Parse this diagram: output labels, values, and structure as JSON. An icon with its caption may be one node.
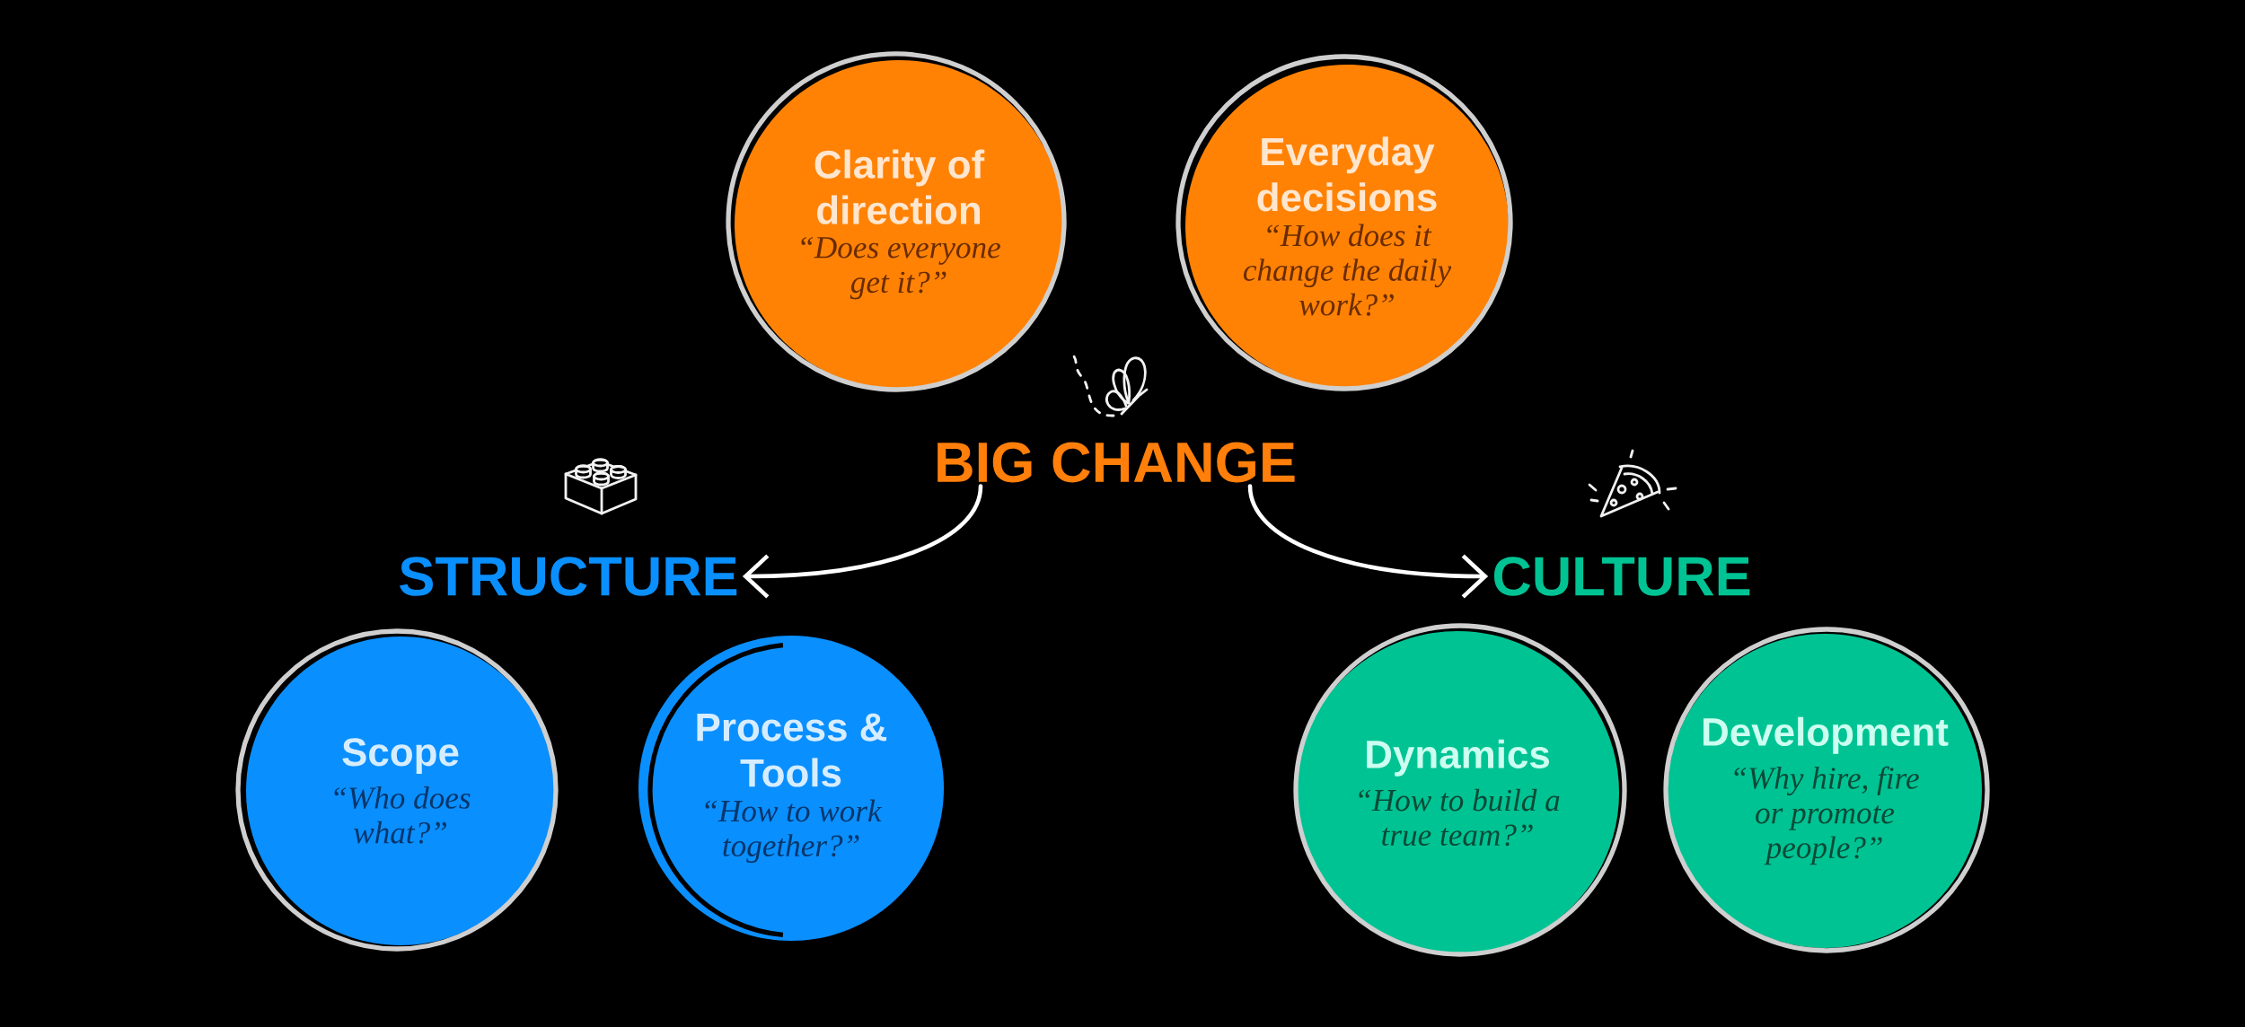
{
  "diagram": {
    "nodes": [
      {
        "text": [
          "Clarity of direction",
          "“Does everyone get it?”"
        ]
      },
      {
        "text": [
          "Everyday decisions",
          "“How does it change the daily work?”"
        ]
      },
      {
        "text": [
          "BIG CHANGE"
        ]
      },
      {
        "text": [
          "STRUCTURE"
        ]
      },
      {
        "text": [
          "CULTURE"
        ]
      },
      {
        "text": [
          "Scope",
          "“Who does what?”"
        ]
      },
      {
        "text": [
          "Process & Tools",
          "“How to work together?”"
        ]
      },
      {
        "text": [
          "Dynamics",
          "“How to build a true team?”"
        ]
      },
      {
        "text": [
          "Development",
          "“Why hire, fire or promote people?”"
        ]
      }
    ],
    "edges": [
      {
        "from": 2,
        "to": 3,
        "arrow": "to"
      },
      {
        "from": 2,
        "to": 4,
        "arrow": "to"
      }
    ]
  }
}
